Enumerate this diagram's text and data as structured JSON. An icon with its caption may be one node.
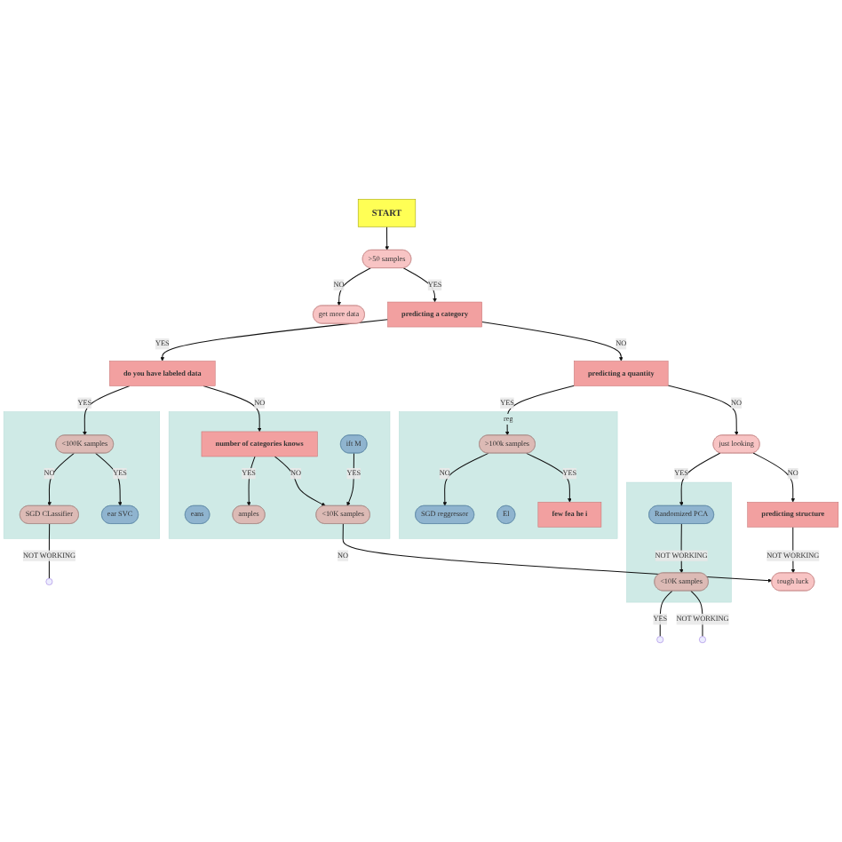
{
  "diagram": {
    "nodes": [
      {
        "text": [
          "START"
        ]
      },
      {
        "text": [
          "get more data"
        ]
      },
      {
        "text": [
          ">50 samples"
        ]
      },
      {
        "text": [
          "predicting a category"
        ]
      },
      {
        "text": [
          "predicting a quantity"
        ]
      },
      {
        "text": [
          "do you have labeled data"
        ]
      },
      {
        "text": [
          "just looking"
        ]
      },
      {
        "text": [
          "predicting structure"
        ]
      },
      {
        "text": [
          "tough luck"
        ]
      },
      {
        "text": [],
        "shape": "box"
      },
      {
        "text": [
          "SGD CLassifier"
        ],
        "in": 9
      },
      {
        "text": [
          "<100K samples"
        ],
        "in": 9
      },
      {
        "text": [
          "ear SVC"
        ],
        "in": 9
      },
      {
        "text": [
          "reg"
        ]
      },
      {
        "text": [
          "SGD reggressor"
        ],
        "in": 13
      },
      {
        "text": [
          "El"
        ],
        "in": 13
      },
      {
        "text": [
          ">100k samples"
        ],
        "in": 13
      },
      {
        "text": [
          "few fea he i"
        ],
        "in": 13
      },
      {
        "text": [],
        "shape": "box"
      },
      {
        "text": [
          "eans"
        ],
        "in": 18
      },
      {
        "text": [
          "amples"
        ],
        "in": 18
      },
      {
        "text": [
          "number of categories knows"
        ],
        "in": 18
      },
      {
        "text": [
          "ift M"
        ],
        "in": 18
      },
      {
        "text": [
          "<10K samples"
        ],
        "in": 18
      },
      {
        "text": [],
        "shape": "box"
      },
      {
        "text": [
          "Randomized PCA"
        ],
        "in": 24
      },
      {
        "text": [
          "<10K samples"
        ],
        "in": 24
      }
    ],
    "edges": [
      {
        "from": 0,
        "to": 2,
        "arrow": "to"
      },
      {
        "from": 2,
        "to": 1,
        "arrow": "to",
        "label": "NO"
      },
      {
        "from": 2,
        "to": 3,
        "arrow": "to",
        "label": "YES"
      },
      {
        "from": 3,
        "to": 5,
        "arrow": "to",
        "label": "YES"
      },
      {
        "from": 3,
        "to": 4,
        "arrow": "to",
        "label": "NO"
      },
      {
        "from": 4,
        "to": 16,
        "arrow": "to",
        "label": "YES"
      },
      {
        "from": 4,
        "to": 6,
        "arrow": "to",
        "label": "NO"
      },
      {
        "from": 16,
        "to": 14,
        "arrow": "to",
        "label": "NO"
      },
      {
        "from": 16,
        "to": 17,
        "arrow": "to",
        "label": "YES"
      },
      {
        "from": 6,
        "to": 25,
        "arrow": "to",
        "label": "YES"
      },
      {
        "from": 6,
        "to": 7,
        "arrow": "to",
        "label": "NO"
      },
      {
        "from": 7,
        "to": 8,
        "arrow": "to",
        "label": "NOT WORKING"
      },
      {
        "from": 5,
        "to": 11,
        "arrow": "to",
        "label": "YES"
      },
      {
        "from": 5,
        "to": 21,
        "arrow": "to",
        "label": "NO"
      },
      {
        "from": 11,
        "to": 10,
        "arrow": "to",
        "label": "NO"
      },
      {
        "from": 11,
        "to": 12,
        "arrow": "to",
        "label": "YES"
      },
      {
        "from": 10,
        "to": null,
        "arrow": "none",
        "label": "NOT WORKING"
      },
      {
        "from": 21,
        "to": 20,
        "arrow": "to",
        "label": "YES"
      },
      {
        "from": 21,
        "to": 23,
        "arrow": "to",
        "label": "NO"
      },
      {
        "from": 22,
        "to": 23,
        "arrow": "to",
        "label": "YES"
      },
      {
        "from": 23,
        "to": 8,
        "arrow": "to",
        "label": "NO"
      },
      {
        "from": 25,
        "to": 26,
        "arrow": "to",
        "label": "NOT WORKING"
      },
      {
        "from": 26,
        "to": null,
        "arrow": "none",
        "label": "YES"
      },
      {
        "from": 26,
        "to": null,
        "arrow": "none",
        "label": "NOT WORKING"
      }
    ]
  }
}
